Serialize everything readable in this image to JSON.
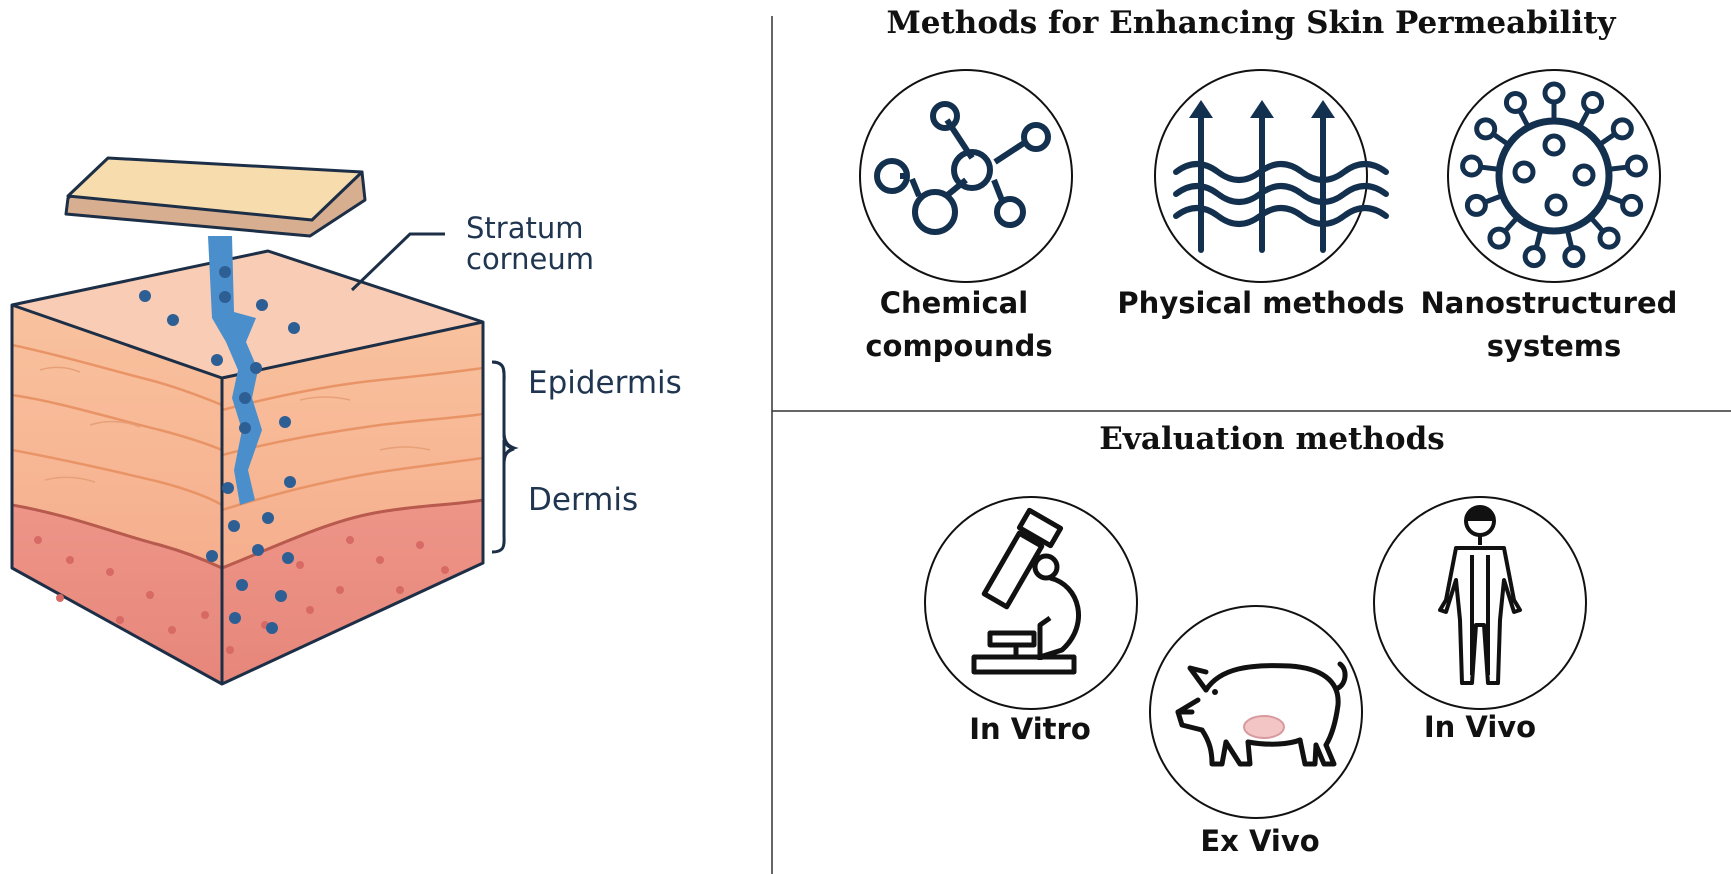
{
  "skin_diagram": {
    "stratum_corneum_label": [
      "Stratum",
      "corneum"
    ],
    "epidermis_label": "Epidermis",
    "dermis_label": "Dermis"
  },
  "enhancement": {
    "title": "Methods for Enhancing Skin Permeability",
    "items": [
      {
        "label_lines": [
          "Chemical",
          "compounds"
        ],
        "icon": "molecule-icon"
      },
      {
        "label_lines": [
          "Physical methods"
        ],
        "icon": "wave-arrows-icon"
      },
      {
        "label_lines": [
          "Nanostructured",
          "systems"
        ],
        "icon": "nanoparticle-icon"
      }
    ]
  },
  "evaluation": {
    "title": "Evaluation methods",
    "items": [
      {
        "label": "In Vitro",
        "icon": "microscope-icon"
      },
      {
        "label": "Ex Vivo",
        "icon": "pig-icon"
      },
      {
        "label": "In Vivo",
        "icon": "human-body-icon"
      }
    ]
  },
  "colors": {
    "navy": "#13304f",
    "drop_blue": "#2e5f94",
    "channel_blue": "#4a8ecb",
    "patch_fill": "#f7dcae",
    "patch_edge": "#d2aa8a",
    "skin_top": "#f8c8ae",
    "epidermis": "#f6b894",
    "dermis": "#ee8d80"
  }
}
